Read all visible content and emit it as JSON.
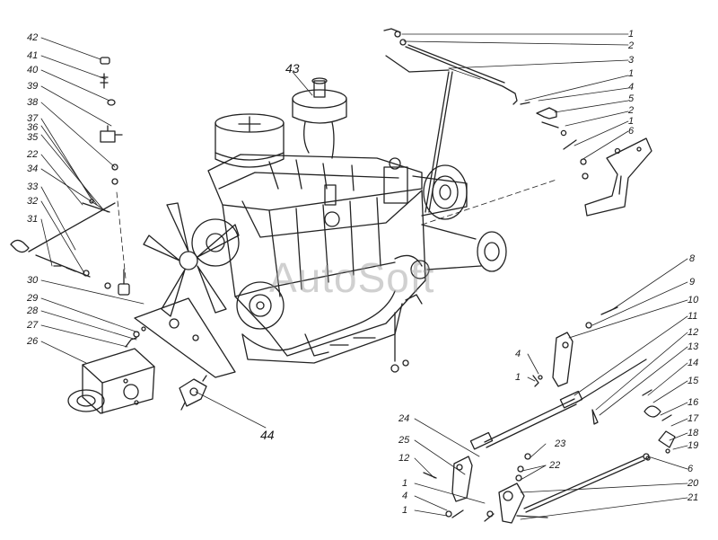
{
  "watermark": "AutoSoft",
  "labels": {
    "l1a": "1",
    "l2a": "2",
    "l3": "3",
    "l1b": "1",
    "l4a": "4",
    "l5": "5",
    "l2b": "2",
    "l1c": "1",
    "l6a": "6",
    "l42": "42",
    "l41": "41",
    "l40": "40",
    "l39": "39",
    "l38": "38",
    "l37": "37",
    "l36": "36",
    "l35": "35",
    "l22a": "22",
    "l34": "34",
    "l33": "33",
    "l32": "32",
    "l31": "31",
    "l30": "30",
    "l29": "29",
    "l28": "28",
    "l27": "27",
    "l26": "26",
    "l43": "43",
    "l44": "44",
    "l8": "8",
    "l9": "9",
    "l10": "10",
    "l11": "11",
    "l12a": "12",
    "l13": "13",
    "l14": "14",
    "l15": "15",
    "l4b": "4",
    "l1d": "1",
    "l16": "16",
    "l17": "17",
    "l18": "18",
    "l19": "19",
    "l6b": "6",
    "l24": "24",
    "l25": "25",
    "l23": "23",
    "l22b": "22",
    "l12b": "12",
    "l1e": "1",
    "l4c": "4",
    "l1f": "1",
    "l20": "20",
    "l21": "21"
  }
}
